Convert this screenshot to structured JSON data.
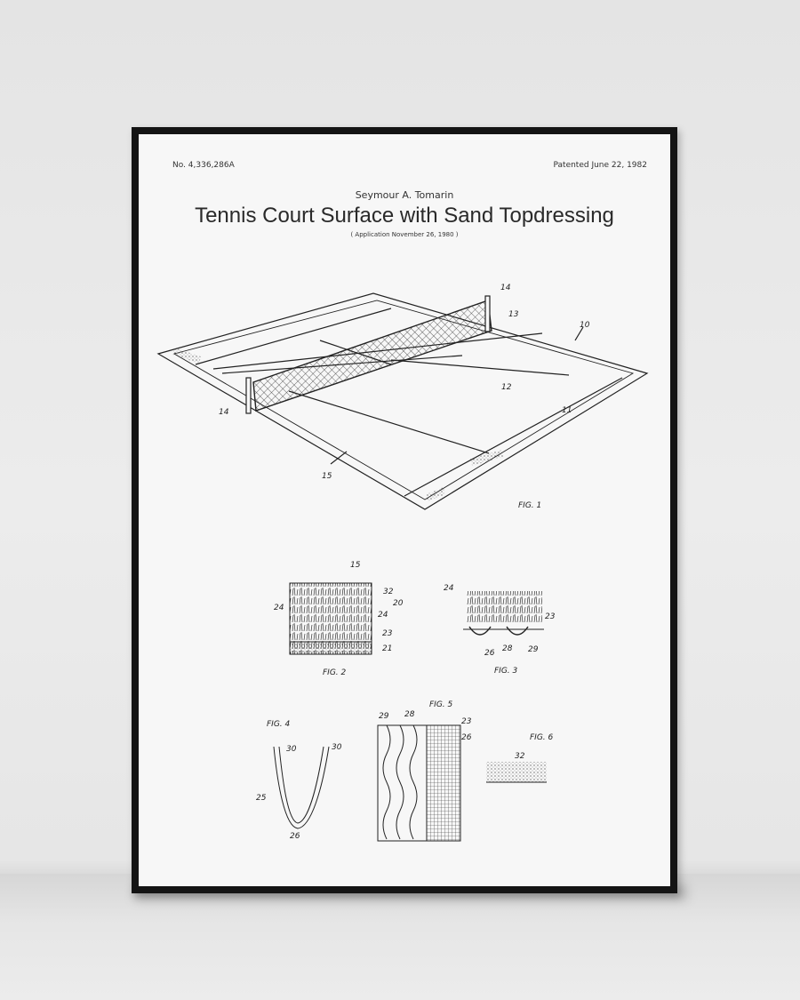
{
  "poster": {
    "patent_number": "No. 4,336,286A",
    "patented_date": "Patented June 22, 1982",
    "inventor": "Seymour A. Tomarin",
    "title": "Tennis Court Surface with Sand Topdressing",
    "application": "( Application November 26, 1980 )"
  },
  "figures": {
    "fig1": {
      "caption": "FIG. 1",
      "labels": [
        "14",
        "13",
        "10",
        "12",
        "11",
        "14",
        "15"
      ]
    },
    "fig2": {
      "caption": "FIG. 2",
      "labels": [
        "15",
        "32",
        "20",
        "24",
        "24",
        "23",
        "21"
      ]
    },
    "fig3": {
      "caption": "FIG. 3",
      "labels": [
        "24",
        "23",
        "26",
        "28",
        "29"
      ]
    },
    "fig4": {
      "caption": "FIG. 4",
      "labels": [
        "30",
        "30",
        "25",
        "26"
      ]
    },
    "fig5": {
      "caption": "FIG. 5",
      "labels": [
        "29",
        "28",
        "23",
        "26"
      ]
    },
    "fig6": {
      "caption": "FIG. 6",
      "labels": [
        "32"
      ]
    }
  },
  "colors": {
    "frame": "#141414",
    "paper": "#f7f7f7",
    "wall": "#e9e9e9"
  }
}
